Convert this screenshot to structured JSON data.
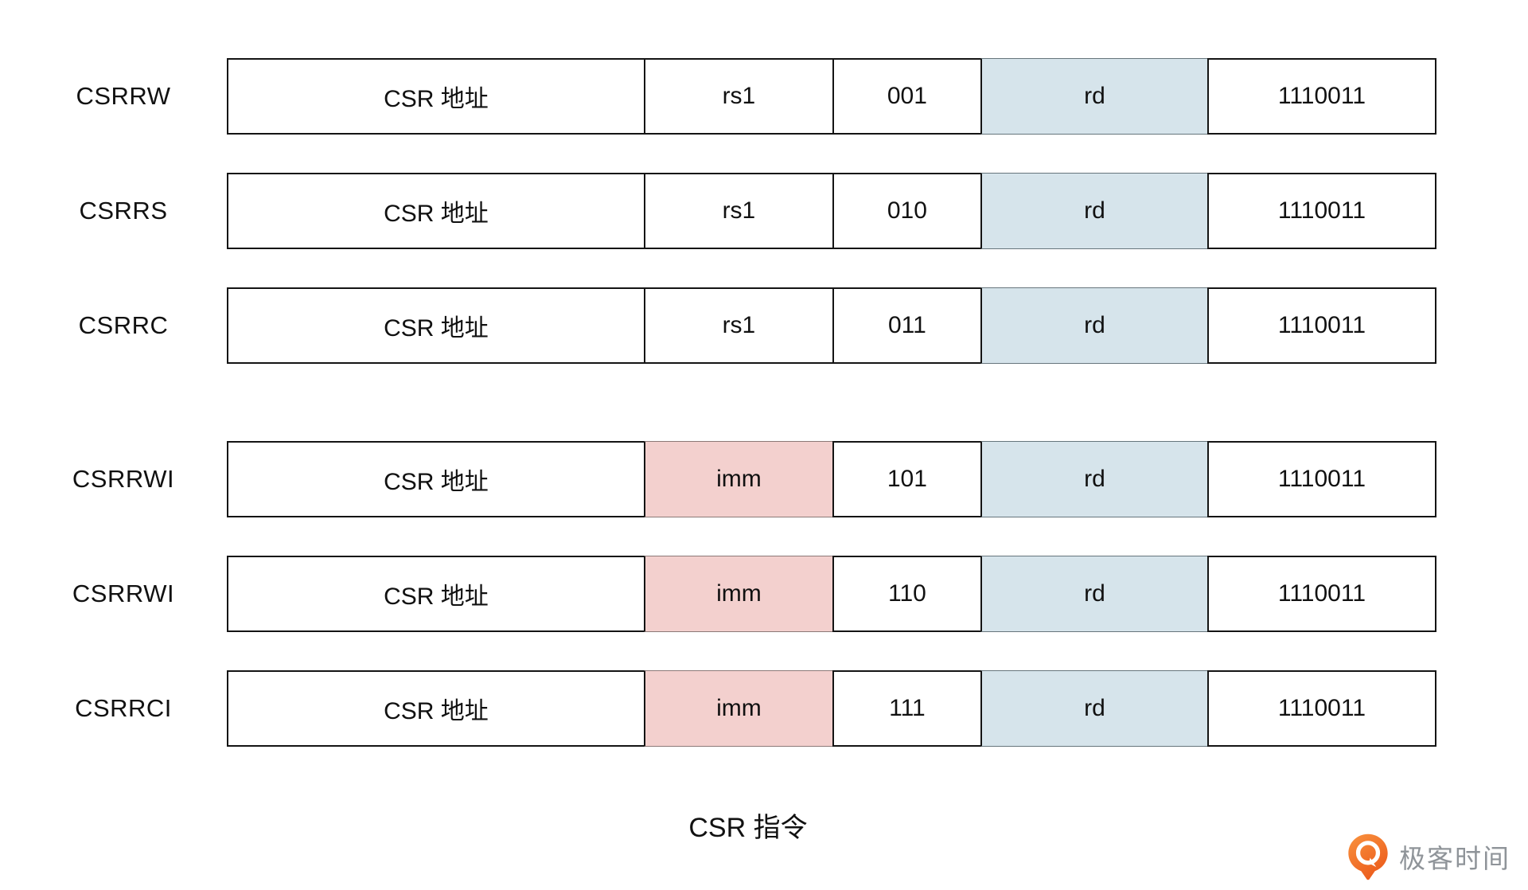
{
  "caption": "CSR 指令",
  "brand": {
    "name": "极客时间"
  },
  "colors": {
    "rd_fill": "#d6e4eb",
    "imm_fill": "#f3d0ce",
    "line": "#141414",
    "colored_cell_line": "#66757c",
    "brand_text": "#8f9499",
    "brand_orange_top": "#f98a3c",
    "brand_orange_bottom": "#ee6420"
  },
  "rows": [
    {
      "label": "CSRRW",
      "csr": "CSR 地址",
      "src": "rs1",
      "src_kind": "reg",
      "funct3": "001",
      "rd": "rd",
      "opcode": "1110011"
    },
    {
      "label": "CSRRS",
      "csr": "CSR 地址",
      "src": "rs1",
      "src_kind": "reg",
      "funct3": "010",
      "rd": "rd",
      "opcode": "1110011"
    },
    {
      "label": "CSRRC",
      "csr": "CSR 地址",
      "src": "rs1",
      "src_kind": "reg",
      "funct3": "011",
      "rd": "rd",
      "opcode": "1110011"
    },
    {
      "label": "CSRRWI",
      "csr": "CSR 地址",
      "src": "imm",
      "src_kind": "imm",
      "funct3": "101",
      "rd": "rd",
      "opcode": "1110011"
    },
    {
      "label": "CSRRWI",
      "csr": "CSR 地址",
      "src": "imm",
      "src_kind": "imm",
      "funct3": "110",
      "rd": "rd",
      "opcode": "1110011"
    },
    {
      "label": "CSRRCI",
      "csr": "CSR 地址",
      "src": "imm",
      "src_kind": "imm",
      "funct3": "111",
      "rd": "rd",
      "opcode": "1110011"
    }
  ]
}
